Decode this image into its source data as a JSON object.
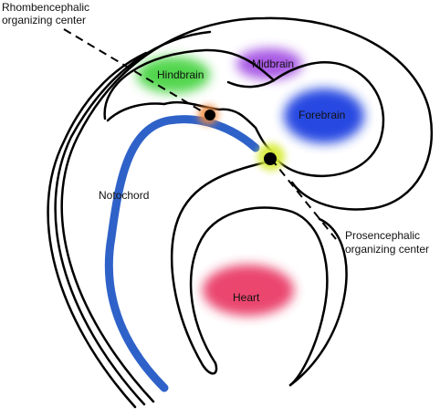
{
  "diagram": {
    "labels": {
      "rhombencephalic": [
        "Rhombencephalic",
        "organizing center"
      ],
      "prosencephalic": [
        "Prosencephalic",
        "organizing center"
      ],
      "hindbrain": "Hindbrain",
      "midbrain": "Midbrain",
      "forebrain": "Forebrain",
      "notochord": "Notochord",
      "heart": "Heart"
    },
    "colors": {
      "outline": "#000000",
      "notochord": "#2f62c9",
      "hindbrain": "#3fd23a",
      "midbrain": "#9a3ce0",
      "forebrain": "#1f3fe0",
      "heart": "#e8325e",
      "rhombencephalic_center": "#f08a3c",
      "prosencephalic_center": "#d8ec3a"
    }
  }
}
